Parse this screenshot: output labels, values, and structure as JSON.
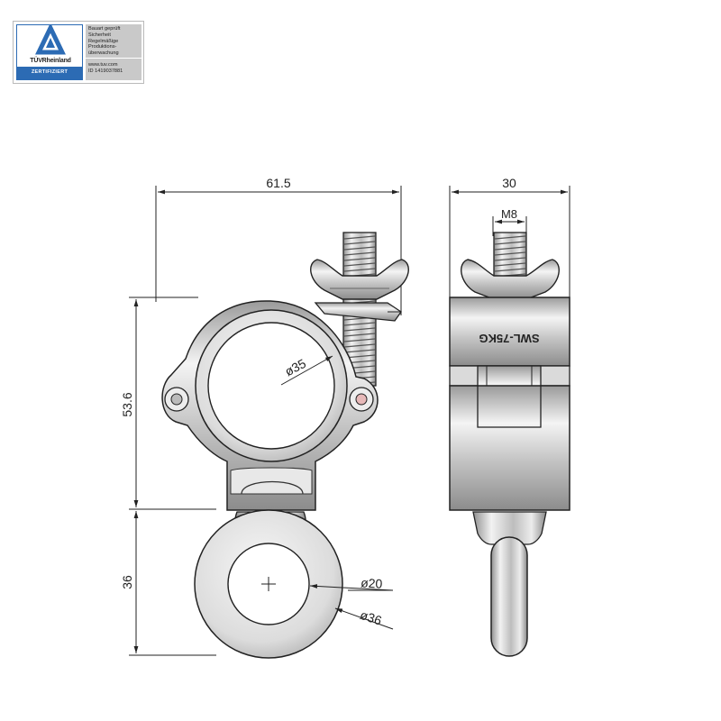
{
  "badge": {
    "brand": "TÜVRheinland",
    "certified": "ZERTIFIZIERT",
    "lines": [
      "Bauart geprüft",
      "Sicherheit",
      "Regelmäßige",
      "Produktions-",
      "überwachung"
    ],
    "website": "www.tuv.com",
    "id": "ID 1419037881",
    "colors": {
      "blue": "#2c6bb4",
      "grey": "#c9c9c9"
    }
  },
  "dimensions": {
    "width_front": "61.5",
    "width_side": "30",
    "thread": "M8",
    "height_clamp": "53.6",
    "height_eye": "36",
    "tube_diameter": "ø35",
    "eye_inner_diameter": "ø20",
    "eye_outer_diameter": "ø36"
  },
  "side_label": "SWL-75KG"
}
